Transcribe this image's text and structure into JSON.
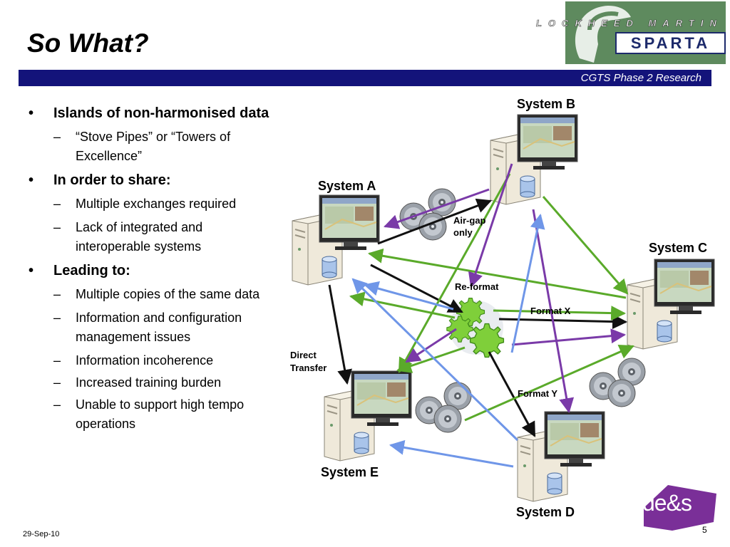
{
  "slide": {
    "title": "So What?",
    "banner": "CGTS Phase 2 Research",
    "date": "29-Sep-10",
    "page_number": "5"
  },
  "logos": {
    "top_right_text": "LOCKHEED MARTIN",
    "sparta": "SPARTA",
    "bottom_right": "de&s"
  },
  "bullets": [
    {
      "text": "Islands of  non-harmonised data",
      "sub": [
        "“Stove Pipes” or “Towers of Excellence”"
      ]
    },
    {
      "text": "In order to share:",
      "sub": [
        "Multiple exchanges required",
        "Lack of integrated and interoperable systems"
      ]
    },
    {
      "text": "Leading to:",
      "sub": [
        "Multiple copies of the same data",
        "Information and configuration management issues",
        "Information incoherence",
        "Increased training burden",
        "Unable to support high tempo operations"
      ]
    }
  ],
  "diagram": {
    "systems": {
      "a": "System A",
      "b": "System B",
      "c": "System C",
      "d": "System D",
      "e": "System E"
    },
    "labels": {
      "air_gap_1": "Air-gap",
      "air_gap_2": "only",
      "reformat": "Re-format",
      "format_x": "Format X",
      "format_y": "Format Y",
      "direct_1": "Direct",
      "direct_2": "Transfer"
    },
    "colors": {
      "black": "#111111",
      "green": "#5aaa2a",
      "purple": "#7a3aa8",
      "blue": "#6f96e8",
      "gear": "#7fcf3a"
    }
  }
}
